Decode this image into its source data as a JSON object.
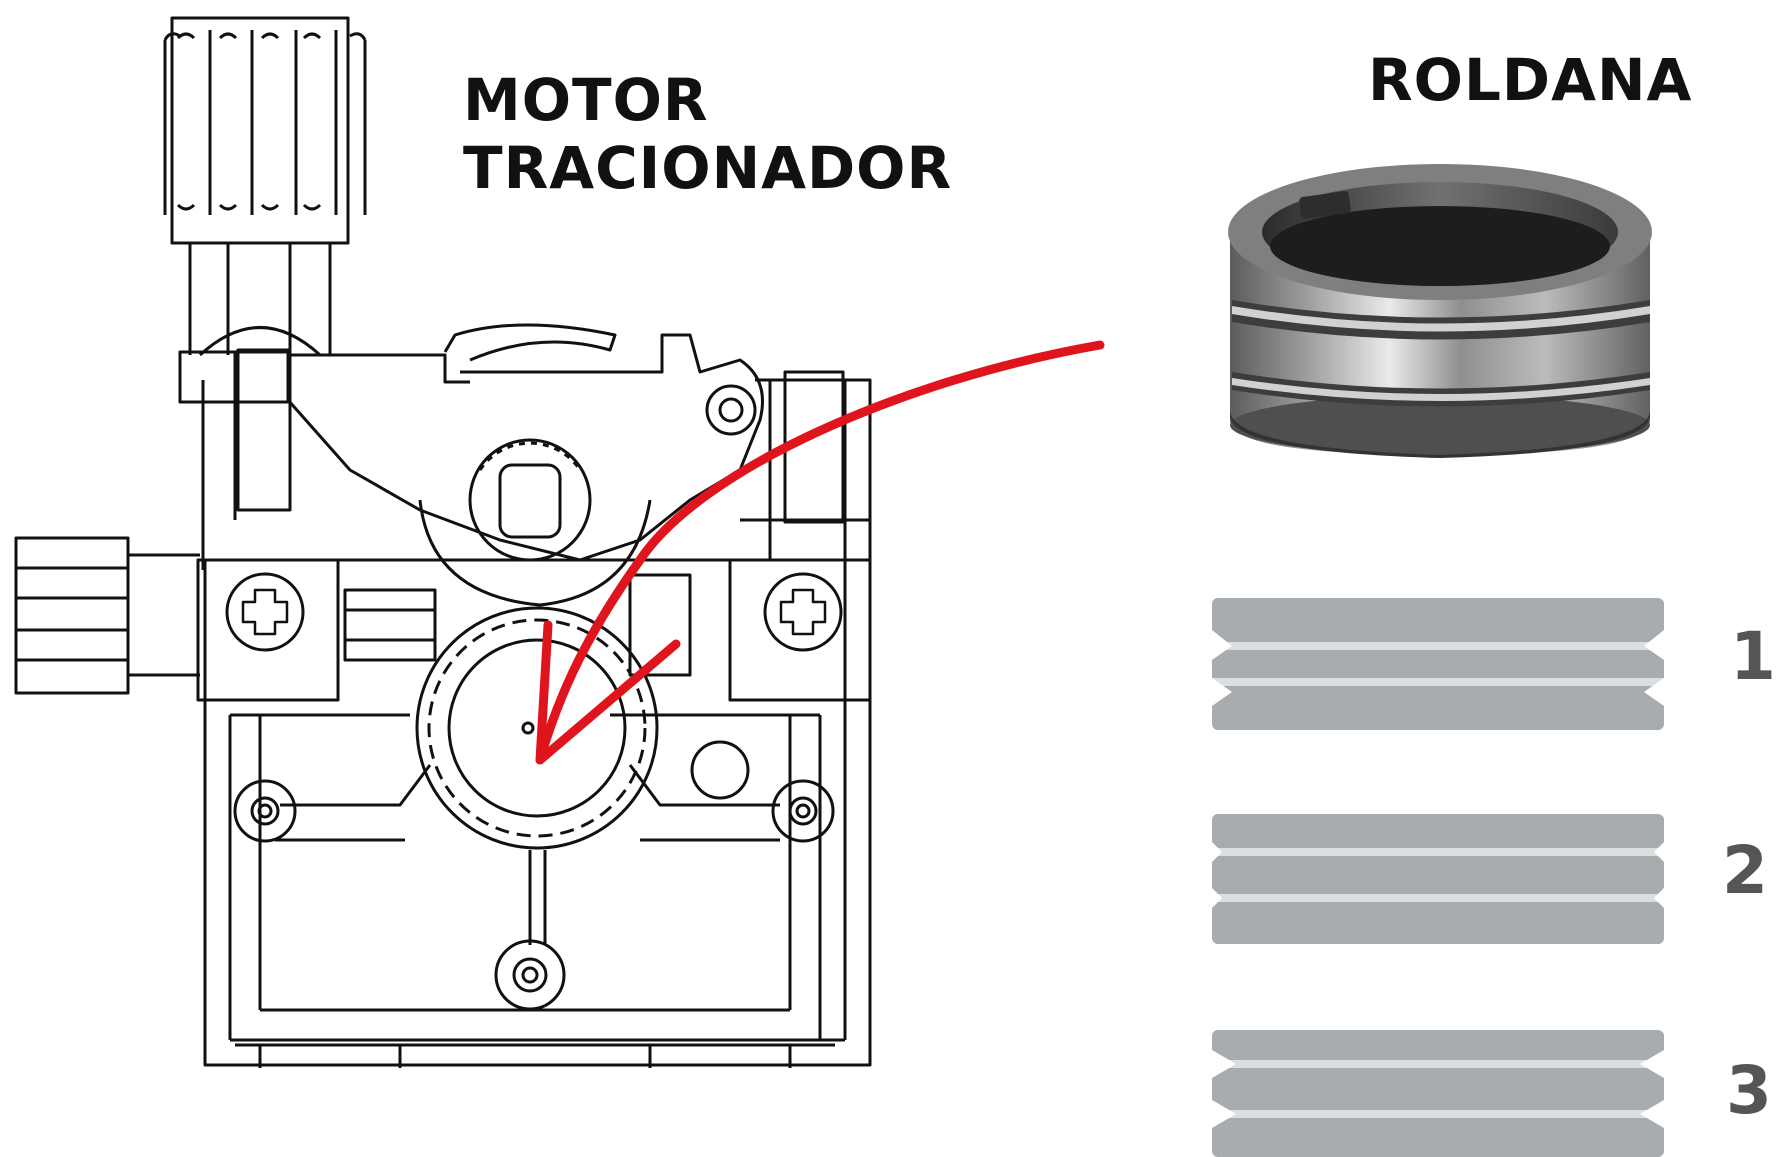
{
  "labels": {
    "motor_line1": "MOTOR",
    "motor_line2": "TRACIONADOR",
    "roldana": "ROLDANA"
  },
  "groove_profiles": [
    {
      "number": "1"
    },
    {
      "number": "2"
    },
    {
      "number": "3"
    }
  ],
  "colors": {
    "arrow": "#e0141c",
    "profile_fill": "#a9acae",
    "profile_groove": "#dcdedf",
    "number": "#555555",
    "outline": "#111111"
  },
  "icons": [
    "wire-feed-motor-drawing",
    "roller-photo",
    "red-arrow"
  ]
}
